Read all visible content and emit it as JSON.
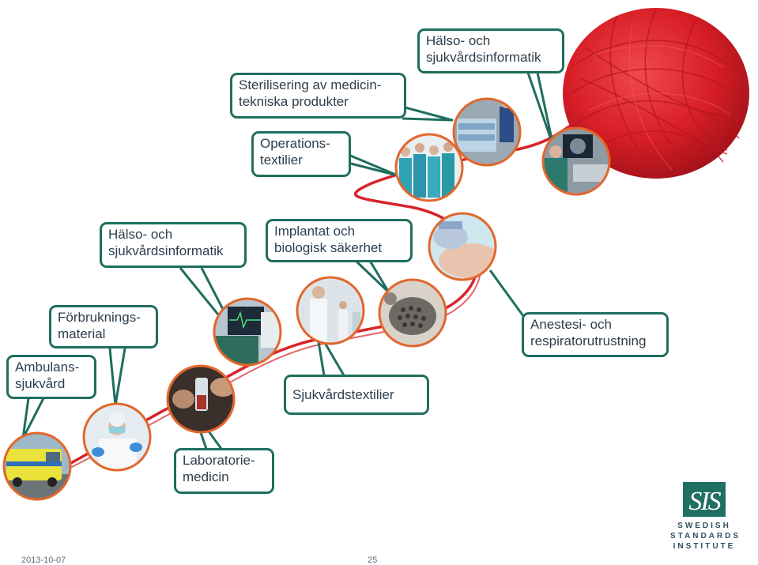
{
  "callouts": {
    "halso_top": "Hälso- och\nsjukvårdsinformatik",
    "sterilisering": "Sterilisering av medicin-\ntekniska produkter",
    "operationstextilier": "Operations-\ntextilier",
    "halso_mid": "Hälso- och\nsjukvårdsinformatik",
    "implantat": "Implantat och\nbiologisk säkerhet",
    "forbrukningsmaterial": "Förbruknings-\nmaterial",
    "anestesi": "Anestesi- och\nrespiratorutrustning",
    "ambulanssjukvard": "Ambulans-\nsjukvård",
    "sjukvardstextilier": "Sjukvårdstextilier",
    "laboratoriemedicin": "Laboratorie-\nmedicin"
  },
  "logo": {
    "mark": "SIS",
    "line1": "SWEDISH",
    "line2": "STANDARDS",
    "line3": "INSTITUTE"
  },
  "footer": {
    "date": "2013-10-07",
    "page": "25"
  },
  "colors": {
    "callout_border": "#1f6e5e",
    "thread": "#d8232a",
    "photo_ring": "#e2672c",
    "text": "#2d3e4e"
  }
}
